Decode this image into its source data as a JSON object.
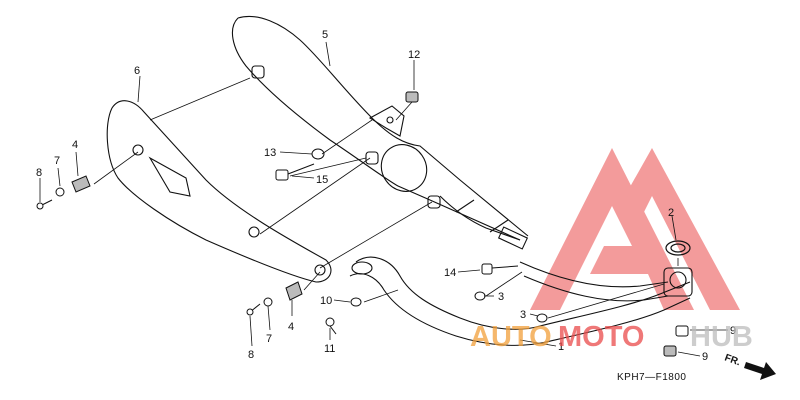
{
  "figure": {
    "code": "KPH7—F1800",
    "direction_label": "FR."
  },
  "callouts": [
    "1",
    "2",
    "3",
    "3",
    "4",
    "4",
    "5",
    "6",
    "7",
    "7",
    "8",
    "8",
    "9",
    "9",
    "10",
    "11",
    "12",
    "13",
    "14",
    "15"
  ],
  "watermark": {
    "part1": "AUTO",
    "part2": "MOTO",
    "part3": "HUB",
    "color_orange": "#f2a03a",
    "color_red": "#ea4b4b",
    "color_gray": "#bdbdbd"
  }
}
